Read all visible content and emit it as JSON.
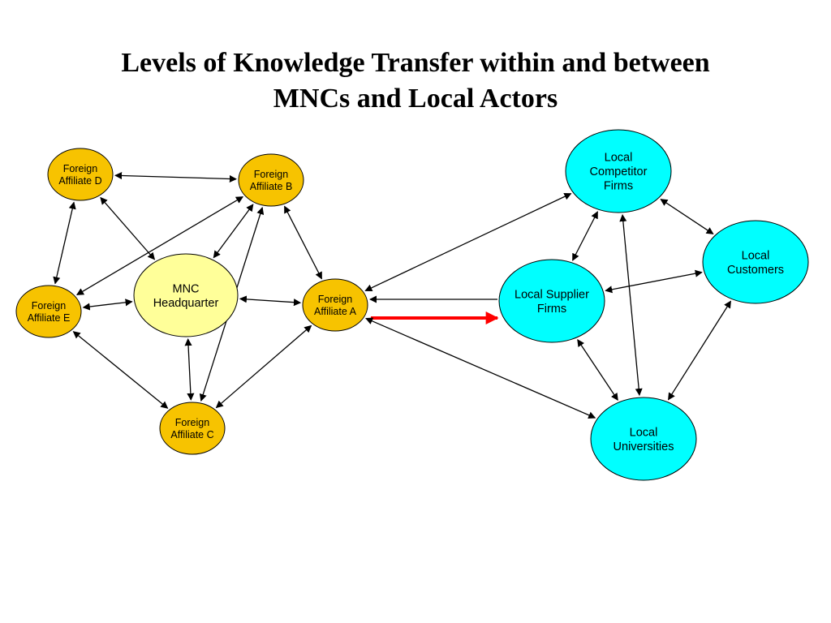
{
  "title": {
    "line1": "Levels of  Knowledge Transfer within and between",
    "line2": "MNCs and Local Actors"
  },
  "colors": {
    "affiliate": "#F7C300",
    "headquarter": "#FFFF99",
    "local": "#00FFFF",
    "highlight_arrow": "#FF0000",
    "arrow": "#000000"
  },
  "nodes": [
    {
      "id": "fad",
      "kind": "affiliate",
      "lines": [
        "Foreign",
        "Affiliate D"
      ]
    },
    {
      "id": "fab",
      "kind": "affiliate",
      "lines": [
        "Foreign",
        "Affiliate B"
      ]
    },
    {
      "id": "fae",
      "kind": "affiliate",
      "lines": [
        "Foreign",
        "Affiliate E"
      ]
    },
    {
      "id": "hq",
      "kind": "headquarter",
      "lines": [
        "MNC",
        "Headquarter"
      ]
    },
    {
      "id": "faa",
      "kind": "affiliate",
      "lines": [
        "Foreign",
        "Affiliate A"
      ]
    },
    {
      "id": "fac",
      "kind": "affiliate",
      "lines": [
        "Foreign",
        "Affiliate C"
      ]
    },
    {
      "id": "lcf",
      "kind": "local",
      "lines": [
        "Local",
        "Competitor",
        "Firms"
      ]
    },
    {
      "id": "lc",
      "kind": "local",
      "lines": [
        "Local",
        "Customers"
      ]
    },
    {
      "id": "lsf",
      "kind": "local",
      "lines": [
        "Local Supplier",
        "Firms"
      ]
    },
    {
      "id": "lu",
      "kind": "local",
      "lines": [
        "Local",
        "Universities"
      ]
    }
  ],
  "edges": [
    {
      "from": "fad",
      "to": "fab",
      "type": "both"
    },
    {
      "from": "fad",
      "to": "fae",
      "type": "both"
    },
    {
      "from": "fad",
      "to": "hq",
      "type": "both"
    },
    {
      "from": "fab",
      "to": "fae",
      "type": "both"
    },
    {
      "from": "fab",
      "to": "hq",
      "type": "both"
    },
    {
      "from": "fab",
      "to": "fac",
      "type": "both"
    },
    {
      "from": "fab",
      "to": "faa",
      "type": "both"
    },
    {
      "from": "fae",
      "to": "hq",
      "type": "both"
    },
    {
      "from": "fae",
      "to": "fac",
      "type": "both"
    },
    {
      "from": "hq",
      "to": "faa",
      "type": "both"
    },
    {
      "from": "hq",
      "to": "fac",
      "type": "both"
    },
    {
      "from": "fac",
      "to": "faa",
      "type": "both"
    },
    {
      "from": "faa",
      "to": "lcf",
      "type": "both"
    },
    {
      "from": "lsf",
      "to": "faa",
      "type": "single"
    },
    {
      "from": "faa",
      "to": "lsf",
      "type": "highlight"
    },
    {
      "from": "faa",
      "to": "lu",
      "type": "both"
    },
    {
      "from": "lcf",
      "to": "lsf",
      "type": "both"
    },
    {
      "from": "lcf",
      "to": "lc",
      "type": "both"
    },
    {
      "from": "lcf",
      "to": "lu",
      "type": "both"
    },
    {
      "from": "lc",
      "to": "lsf",
      "type": "both"
    },
    {
      "from": "lc",
      "to": "lu",
      "type": "both"
    },
    {
      "from": "lsf",
      "to": "lu",
      "type": "both"
    }
  ]
}
